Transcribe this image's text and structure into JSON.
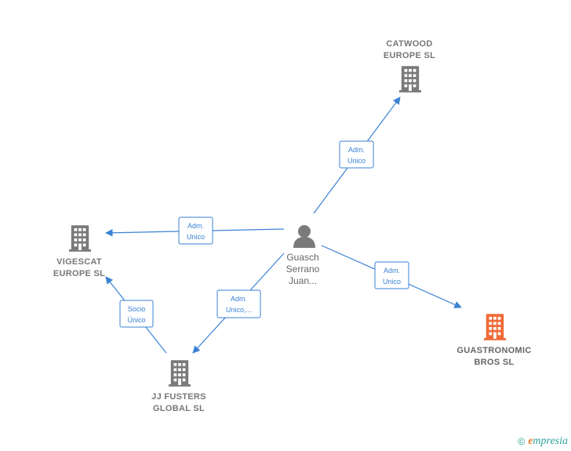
{
  "nodes": [
    {
      "id": "catwood",
      "lines": [
        "CATWOOD",
        "EUROPE  SL"
      ],
      "type": "company",
      "color": "#7a7a7a"
    },
    {
      "id": "vigescat",
      "lines": [
        "VIGESCAT",
        "EUROPE  SL"
      ],
      "type": "company",
      "color": "#7a7a7a"
    },
    {
      "id": "jjfusters",
      "lines": [
        "JJ FUSTERS",
        "GLOBAL  SL"
      ],
      "type": "company",
      "color": "#7a7a7a"
    },
    {
      "id": "guastronomic",
      "lines": [
        "GUASTRONOMIC",
        "BROS  SL"
      ],
      "type": "company",
      "color": "#f06a35"
    },
    {
      "id": "guasch",
      "lines": [
        "Guasch",
        "Serrano",
        "Juan..."
      ],
      "type": "person",
      "color": "#7a7a7a"
    }
  ],
  "edges": [
    {
      "id": "e-catwood",
      "lines": [
        "Adm.",
        "Unico"
      ]
    },
    {
      "id": "e-vigescat",
      "lines": [
        "Adm.",
        "Unico"
      ]
    },
    {
      "id": "e-guastronomic",
      "lines": [
        "Adm.",
        "Unico"
      ]
    },
    {
      "id": "e-jjfusters",
      "lines": [
        "Adm.",
        "Unico,..."
      ]
    },
    {
      "id": "e-socio",
      "lines": [
        "Socio",
        "Único"
      ]
    }
  ],
  "footer": {
    "copyright": "©",
    "brand_first": "e",
    "brand_rest": "mpresia"
  },
  "colors": {
    "edge": "#3b82d6",
    "company": "#7a7a7a",
    "focus_company": "#f06a35"
  }
}
